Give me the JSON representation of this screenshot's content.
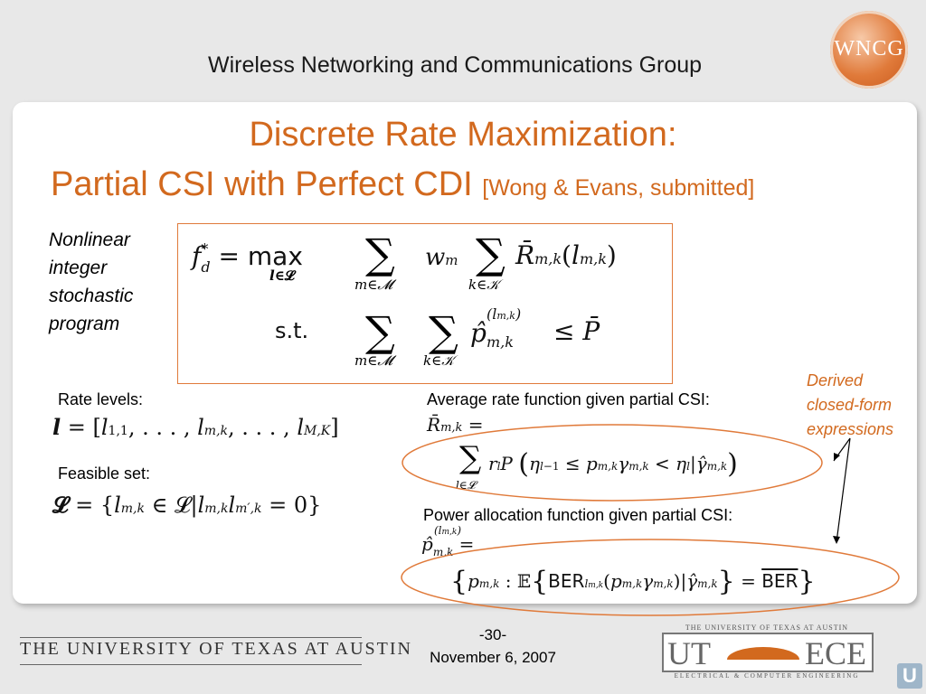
{
  "header": {
    "title": "Wireless Networking and Communications Group",
    "logo_text": "WNCG"
  },
  "slide": {
    "title_line1": "Discrete Rate Maximization:",
    "title_line2": "Partial CSI with Perfect CDI",
    "citation": "[Wong & Evans, submitted]",
    "side_note": [
      "Nonlinear",
      "integer",
      "stochastic",
      "program"
    ],
    "rate_levels_label": "Rate levels:",
    "feasible_set_label": "Feasible set:",
    "avg_rate_label": "Average rate function given partial CSI:",
    "power_alloc_label": "Power allocation function given partial CSI:",
    "derived_note": [
      "Derived",
      "closed-form",
      "expressions"
    ],
    "st_label": "s.t."
  },
  "footer": {
    "university": "THE UNIVERSITY OF TEXAS AT AUSTIN",
    "page_number": "-30-",
    "date": "November 6, 2007",
    "ece_top": "THE UNIVERSITY OF TEXAS AT AUSTIN",
    "ece_ut": "UT",
    "ece_ece": "ECE",
    "ece_bottom": "ELECTRICAL & COMPUTER ENGINEERING",
    "nav_icon": "U"
  },
  "colors": {
    "accent": "#d2691e",
    "panel": "#ffffff",
    "background": "#e8e8e8"
  }
}
